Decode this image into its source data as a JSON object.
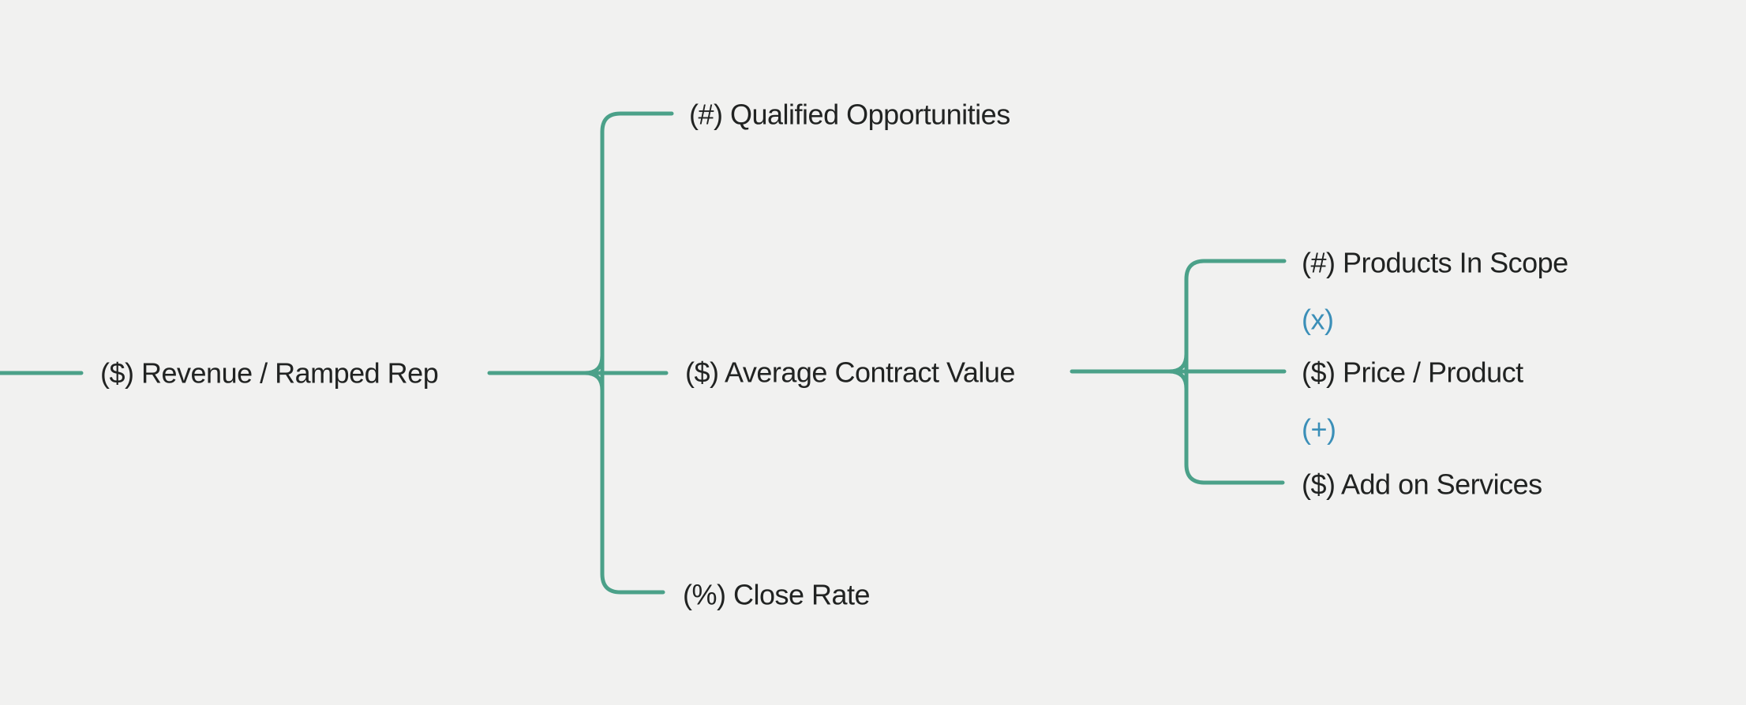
{
  "colors": {
    "background": "#f1f1f0",
    "line": "#4ba189",
    "text": "#212322",
    "operator": "#3b8fb8"
  },
  "diagram": {
    "root": {
      "label": "($) Revenue / Ramped Rep"
    },
    "branches": [
      {
        "label": "(#) Qualified Opportunities"
      },
      {
        "label": "($) Average Contract Value"
      },
      {
        "label": "(%) Close Rate"
      }
    ],
    "acv_components": [
      {
        "label": "(#) Products In Scope"
      },
      {
        "label": "(x)",
        "role": "operator"
      },
      {
        "label": "($) Price / Product"
      },
      {
        "label": "(+)",
        "role": "operator"
      },
      {
        "label": "($) Add on Services"
      }
    ]
  }
}
